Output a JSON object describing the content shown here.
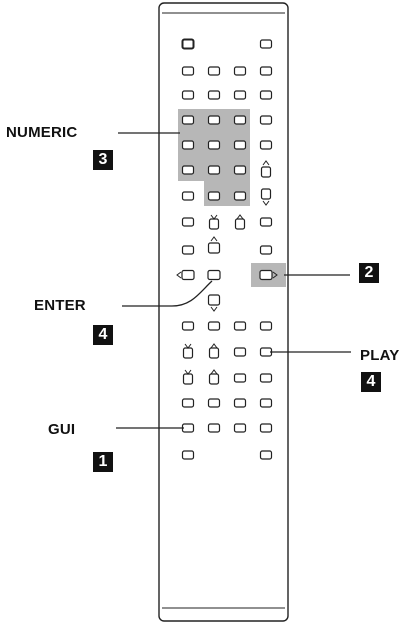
{
  "labels": {
    "numeric": "NUMERIC",
    "enter": "ENTER",
    "gui": "GUI",
    "play": "PLAY"
  },
  "badges": {
    "numeric": "3",
    "enter": "4",
    "gui": "1",
    "play": "4",
    "arrow": "2"
  },
  "colors": {
    "outline": "#222222",
    "highlight": "#b7b7b7",
    "badge": "#111111"
  }
}
